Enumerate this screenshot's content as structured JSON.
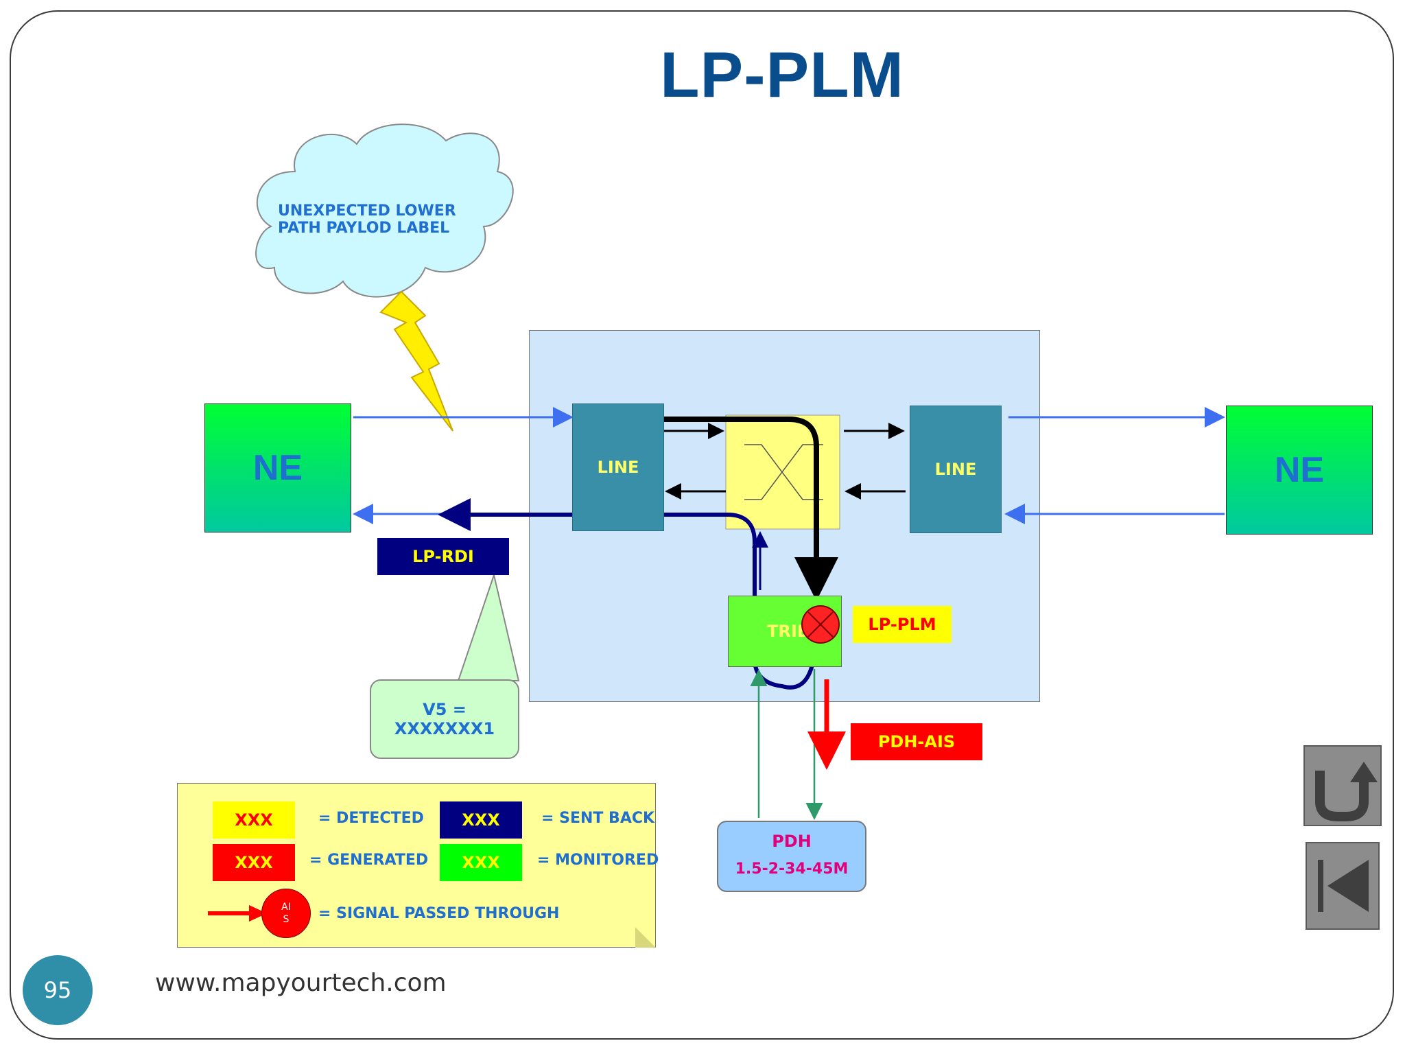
{
  "title": "LP-PLM",
  "cloud_text": [
    "UNEXPECTED LOWER",
    "PATH PAYLOD LABEL"
  ],
  "ne_left": "NE",
  "ne_right": "NE",
  "line_left": "LINE",
  "line_right": "LINE",
  "trib": "TRIB",
  "lp_plm_tag": "LP-PLM",
  "lp_rdi_tag": "LP-RDI",
  "pdh_ais_tag": "PDH-AIS",
  "v5_callout": "V5 = XXXXXXX1",
  "pdh_box": {
    "title": "PDH",
    "rates": "1.5-2-34-45M"
  },
  "legend": {
    "detected_sw": "XXX",
    "detected": "= DETECTED",
    "generated_sw": "XXX",
    "generated": "= GENERATED",
    "sentback_sw": "XXX",
    "sentback": "= SENT BACK",
    "monitored_sw": "XXX",
    "monitored": "= MONITORED",
    "ais_label": "AIS",
    "passed": "= SIGNAL PASSED THROUGH"
  },
  "page_number": "95",
  "footer": "www.mapyourtech.com",
  "colors": {
    "title": "#0a4d8c",
    "label_blue": "#1f6fd0",
    "detected": "#ffff00",
    "generated": "#ff0000",
    "sent_back": "#000080",
    "monitored": "#00ff00",
    "network_box": "#cfe6fb",
    "line_box": "#3a8fa8"
  },
  "icons": [
    "u-turn-back-icon",
    "skip-to-start-icon",
    "lightning-bolt-icon",
    "cross-connect-icon",
    "alarm-x-icon"
  ]
}
